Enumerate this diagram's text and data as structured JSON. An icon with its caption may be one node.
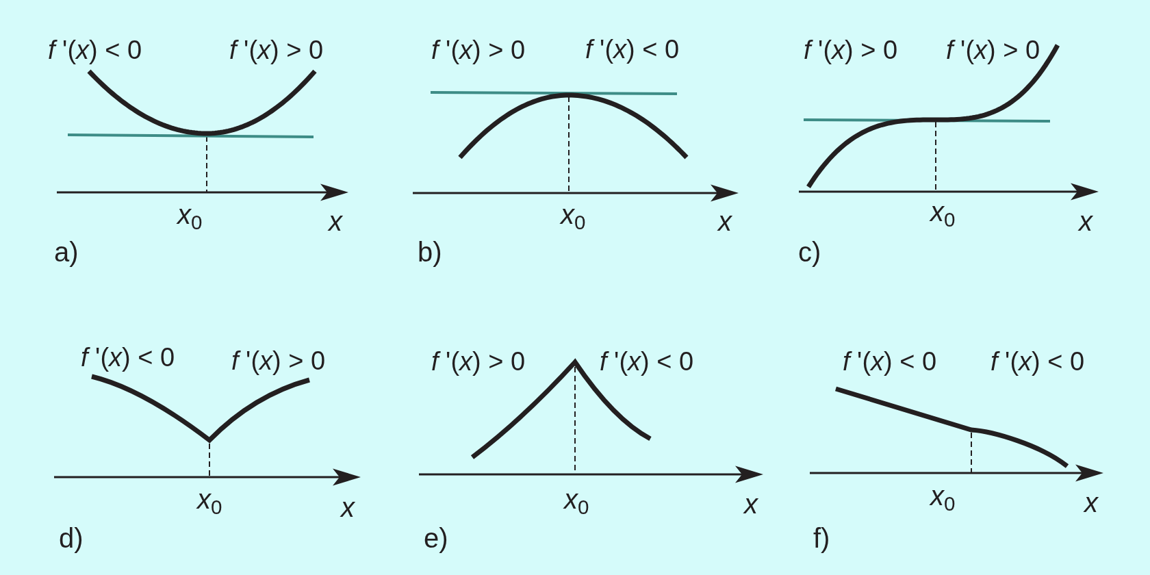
{
  "diagram": {
    "labels": [
      "*f* '(*x*) < 0",
      "*f* '(*x*) > 0",
      "*x*$_{0}$",
      "x",
      "a)",
      "*f* '(*x*) > 0",
      "*f* '(*x*) < 0",
      "*x*$_{0}$",
      "x",
      "b)",
      "*f* '(*x*) > 0",
      "*f* '(*x*) > 0",
      "*x*$_{0}$",
      "x",
      "c)",
      "*f* '(*x*) < 0",
      "*f* '(*x*) > 0",
      "*x*$_{0}$",
      "x",
      "d)",
      "*f* '(*x*) > 0",
      "*f* '(*x*) < 0",
      "*x*$_{0}$",
      "x",
      "e)",
      "*f* '(*x*) < 0",
      "*f* '(*x*) < 0",
      "*x*$_{0}$",
      "x",
      "f)"
    ]
  }
}
